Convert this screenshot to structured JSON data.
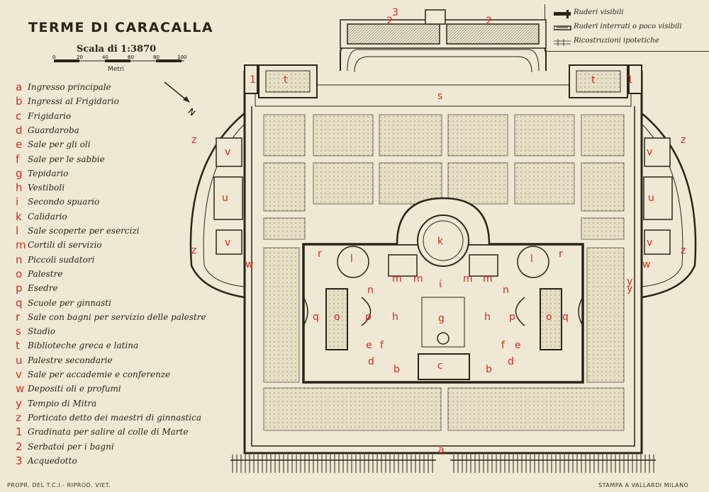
{
  "map": {
    "title": "TERME DI CARACALLA",
    "scale": {
      "label": "Scala di 1:3870",
      "ticks": [
        "0",
        "20",
        "40",
        "60",
        "80",
        "100"
      ],
      "unit": "Metri"
    },
    "north": "N",
    "key": [
      {
        "symbol": "ruins-visible",
        "text": "Ruderi visibili"
      },
      {
        "symbol": "ruins-buried",
        "text": "Ruderi interrati o poco visibili"
      },
      {
        "symbol": "reconstruction",
        "text": "Ricostruzioni ipotetiche"
      }
    ],
    "legend": [
      {
        "key": "a",
        "text": "Ingresso principale"
      },
      {
        "key": "b",
        "text": "Ingressi al Frigidario"
      },
      {
        "key": "c",
        "text": "Frigidario"
      },
      {
        "key": "d",
        "text": "Guardaroba"
      },
      {
        "key": "e",
        "text": "Sale per gli oli"
      },
      {
        "key": "f",
        "text": "Sale per le sabbie"
      },
      {
        "key": "g",
        "text": "Tepidario"
      },
      {
        "key": "h",
        "text": "Vestiboli"
      },
      {
        "key": "i",
        "text": "Secondo spuario"
      },
      {
        "key": "k",
        "text": "Calidario"
      },
      {
        "key": "l",
        "text": "Sale scoperte per esercizi"
      },
      {
        "key": "m",
        "text": "Cortili di servizio"
      },
      {
        "key": "n",
        "text": "Piccoli sudatori"
      },
      {
        "key": "o",
        "text": "Palestre"
      },
      {
        "key": "p",
        "text": "Esedre"
      },
      {
        "key": "q",
        "text": "Scuole per ginnasti"
      },
      {
        "key": "r",
        "text": "Sale con bagni per servizio delle palestre"
      },
      {
        "key": "s",
        "text": "Stadio"
      },
      {
        "key": "t",
        "text": "Biblioteche greca e latina"
      },
      {
        "key": "u",
        "text": "Palestre secondarie"
      },
      {
        "key": "v",
        "text": "Sale per accademie e conferenze"
      },
      {
        "key": "w",
        "text": "Depositi oli e profumi"
      },
      {
        "key": "y",
        "text": "Tempio di Mitra"
      },
      {
        "key": "z",
        "text": "Porticato detto dei maestri di ginnastica"
      },
      {
        "key": "1",
        "text": "Gradinata per salire al colle di Marte"
      },
      {
        "key": "2",
        "text": "Serbatoi per i bagni"
      },
      {
        "key": "3",
        "text": "Acquedotto"
      }
    ],
    "footer_left": "PROPR. DEL T.C.I.- RIPROD. VIET.",
    "footer_right": "STAMPA A VALLARDI MILANO",
    "plan_labels": [
      "3",
      "2",
      "2",
      "t",
      "t",
      "1",
      "1",
      "s",
      "z",
      "z",
      "z",
      "z",
      "v",
      "v",
      "v",
      "v",
      "u",
      "u",
      "k",
      "r",
      "r",
      "l",
      "l",
      "m",
      "m",
      "m",
      "m",
      "i",
      "n",
      "n",
      "o",
      "o",
      "q",
      "q",
      "p",
      "p",
      "h",
      "h",
      "g",
      "e",
      "e",
      "f",
      "f",
      "d",
      "d",
      "b",
      "b",
      "c",
      "y",
      "w",
      "w",
      "y",
      "a"
    ],
    "colors": {
      "paper": "#efe8d4",
      "ink": "#2a2418",
      "labels": "#d42a1e",
      "garden": "#e3dcc2"
    }
  }
}
